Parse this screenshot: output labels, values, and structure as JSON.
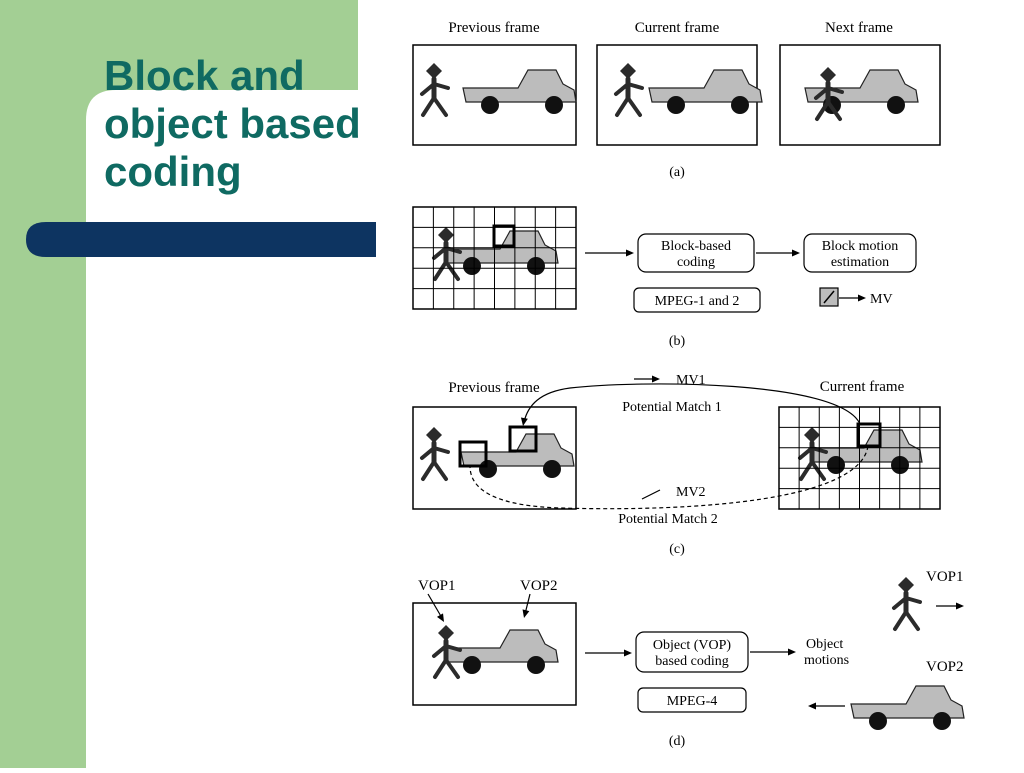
{
  "slide": {
    "title_lines": [
      "Block and",
      "object based",
      "coding"
    ]
  },
  "theme": {
    "green": "#a3cf94",
    "navy": "#0d3461",
    "title_color": "#0f6a62",
    "object_gray": "#bcbcbc",
    "figure_dark": "#2b2b2b"
  },
  "figure": {
    "a": {
      "labels": [
        "Previous frame",
        "Current frame",
        "Next frame"
      ],
      "caption": "(a)"
    },
    "b": {
      "box_coding": [
        "Block-based",
        "coding"
      ],
      "box_estimation": [
        "Block motion",
        "estimation"
      ],
      "standard": "MPEG-1 and 2",
      "mv": "MV",
      "caption": "(b)"
    },
    "c": {
      "prev_label": "Previous frame",
      "curr_label": "Current frame",
      "mv1": "MV1",
      "match1": "Potential Match 1",
      "mv2": "MV2",
      "match2": "Potential Match 2",
      "caption": "(c)"
    },
    "d": {
      "vop1": "VOP1",
      "vop2": "VOP2",
      "box_coding": [
        "Object (VOP)",
        "based coding"
      ],
      "standard": "MPEG-4",
      "motions": [
        "Object",
        "motions"
      ],
      "vop1_right": "VOP1",
      "vop2_right": "VOP2",
      "caption": "(d)"
    }
  }
}
